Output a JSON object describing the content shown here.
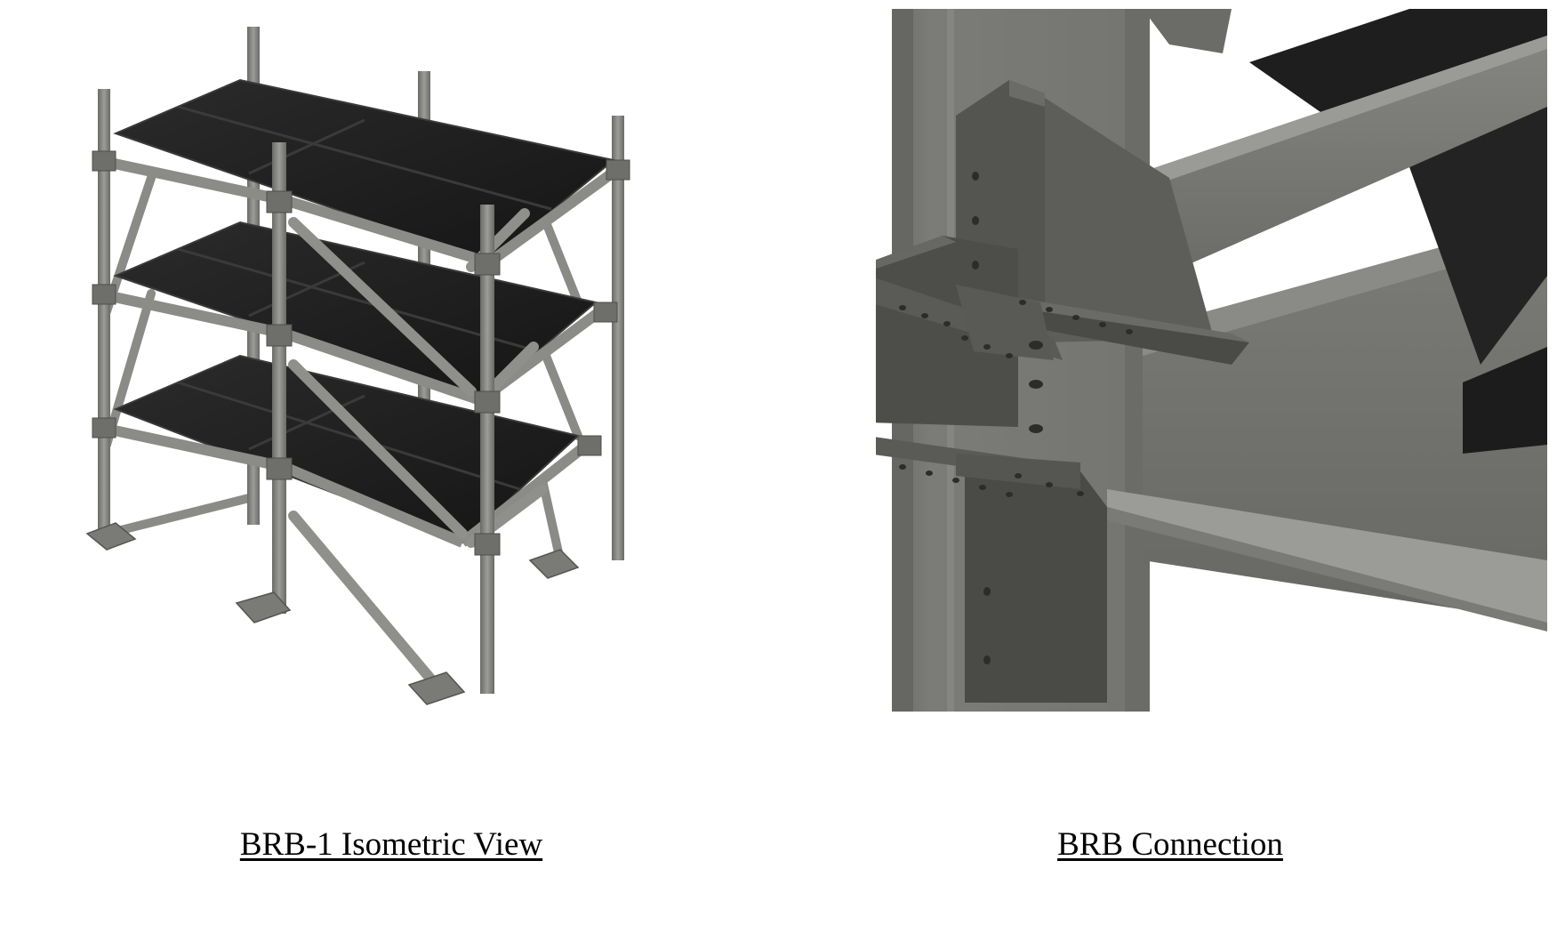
{
  "figures": [
    {
      "id": "iso",
      "caption": "BRB-1 Isometric View"
    },
    {
      "id": "conn",
      "caption": "BRB Connection"
    }
  ],
  "colors": {
    "steel": "#7d7d79",
    "steel_dark": "#5c5c58",
    "steel_light": "#9a9a96",
    "deck": "#1f1f1f",
    "deck_edge": "#3a3a3a",
    "plate": "#4f504b",
    "plate_light": "#62635e",
    "background": "#ffffff"
  }
}
